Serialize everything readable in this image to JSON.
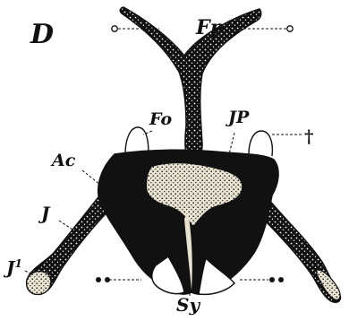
{
  "figure": {
    "panel_letter": "D",
    "labels": {
      "fp": "Fp",
      "fo": "Fo",
      "jp": "JP",
      "ac": "Ac",
      "j": "J",
      "j1_base": "J",
      "j1_sup": "1",
      "sy": "Sy",
      "dagger": "†"
    }
  },
  "colors": {
    "ink": "#111111",
    "paper": "#ffffff",
    "stipple": "#e8e2d0"
  }
}
